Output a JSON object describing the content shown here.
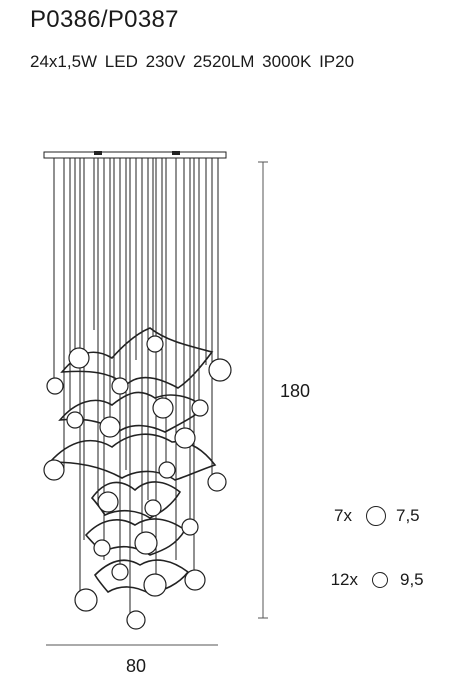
{
  "header": {
    "model": "P0386/P0387",
    "specs": "24x1,5W  LED  230V  2520LM  3000K  IP20"
  },
  "dimensions": {
    "height": "180",
    "width": "80"
  },
  "legend": [
    {
      "count": "7x",
      "size": "7,5"
    },
    {
      "count": "12x",
      "size": "9,5"
    }
  ],
  "colors": {
    "line": "#222222",
    "dimension_line": "#555555"
  }
}
